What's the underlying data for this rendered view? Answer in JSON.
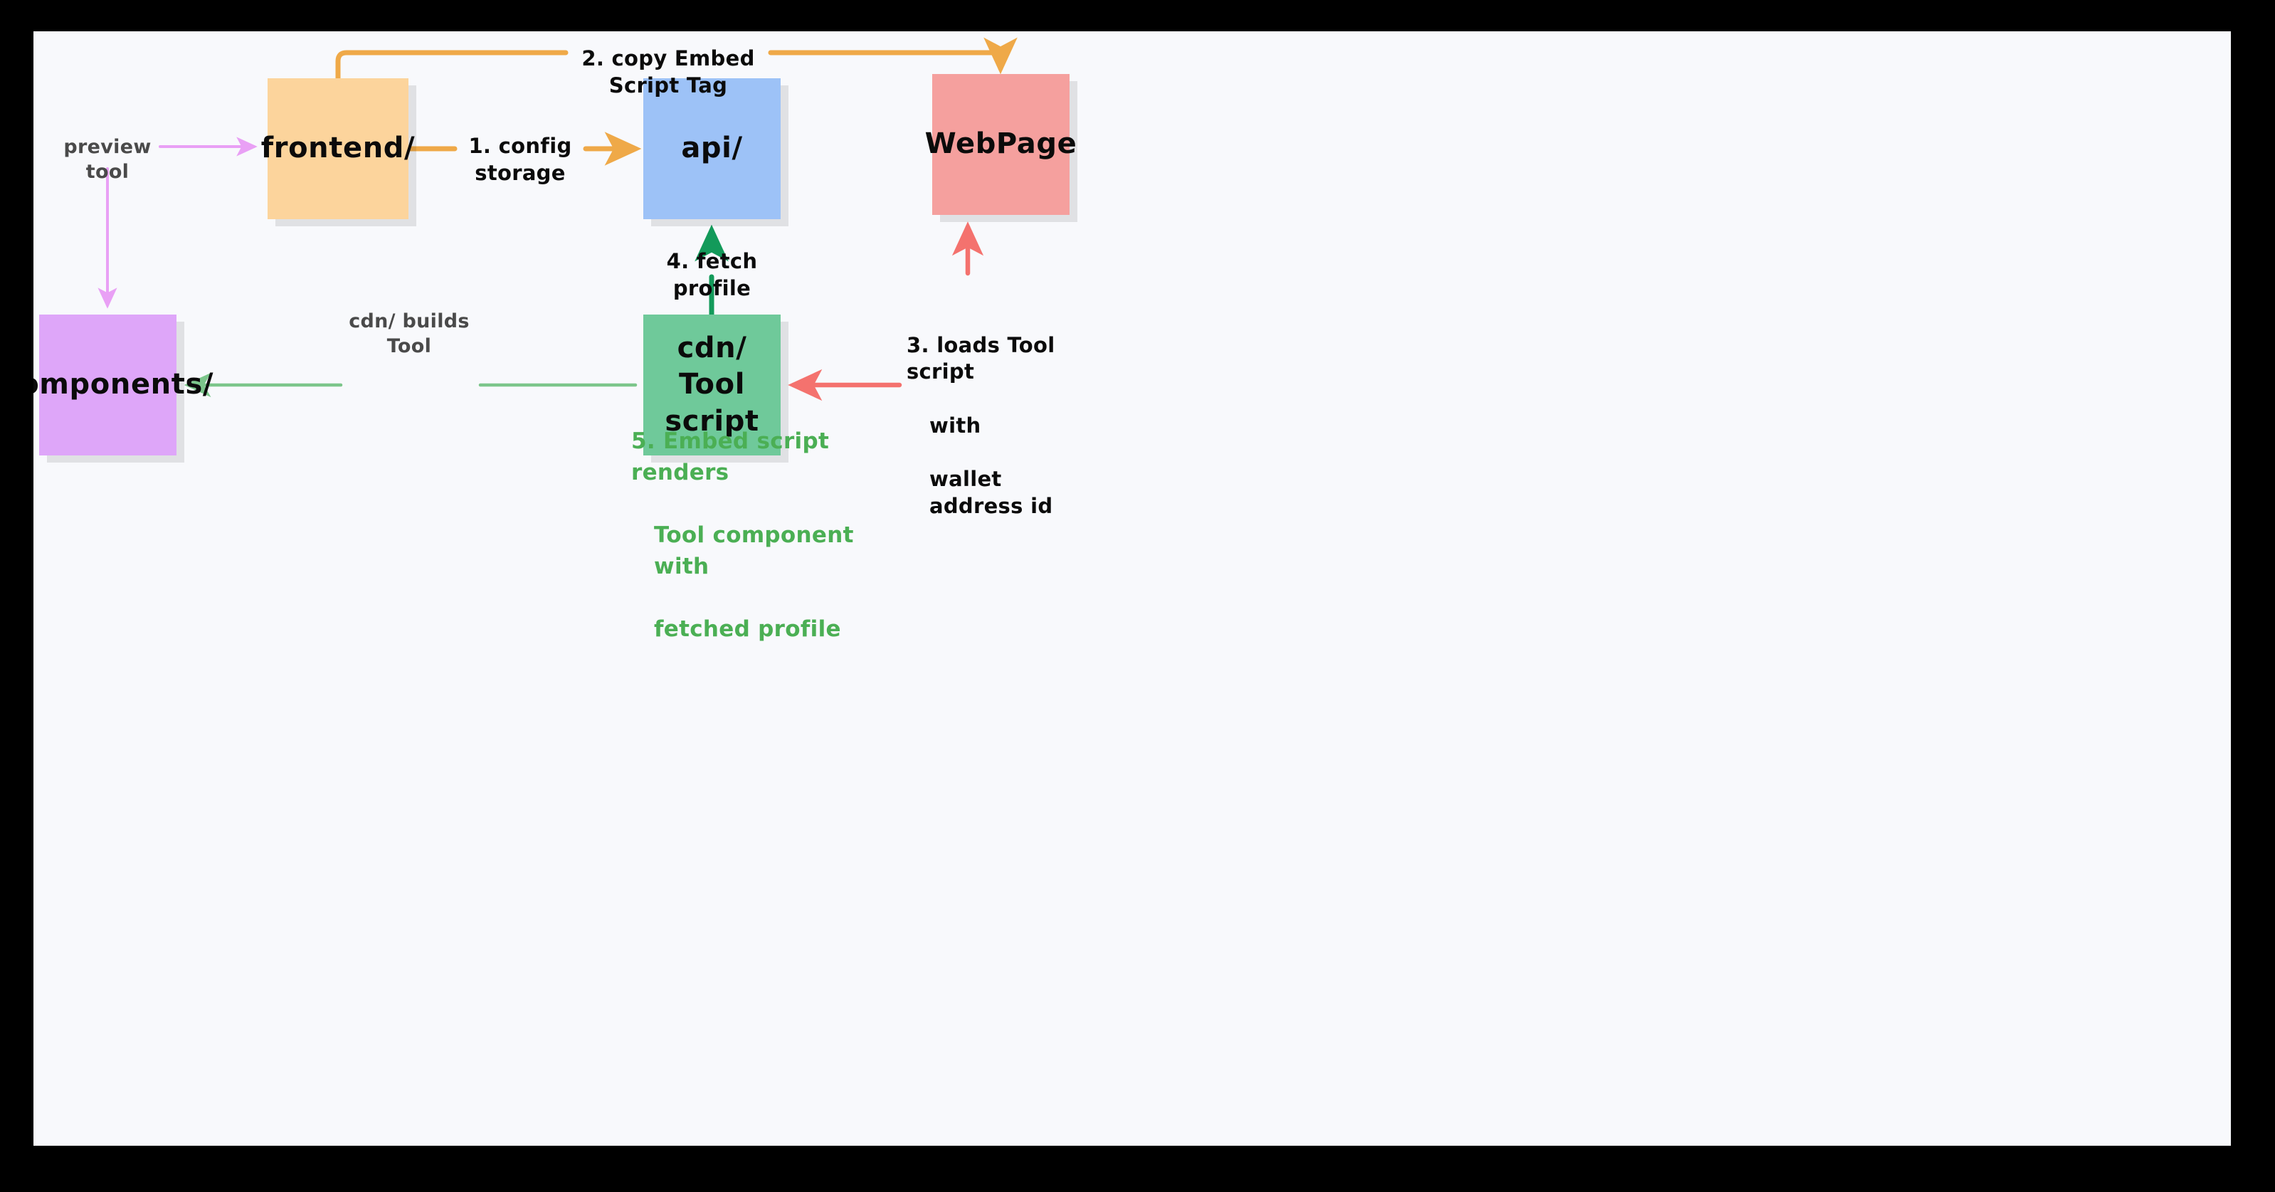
{
  "diagram": {
    "background": "#F8F9FC",
    "frame_color": "#000000",
    "nodes": [
      {
        "id": "frontend",
        "label": "frontend/",
        "color": "#FCD49C"
      },
      {
        "id": "api",
        "label": "api/",
        "color": "#9DC2F7"
      },
      {
        "id": "webpage",
        "label": "WebPage",
        "color": "#F5A09E"
      },
      {
        "id": "components",
        "label": "components/",
        "color": "#DEA6F9"
      },
      {
        "id": "cdn",
        "label": "cdn/\nTool script",
        "color": "#6FC99A"
      }
    ],
    "edges": [
      {
        "id": "copy-embed",
        "label": "2. copy Embed Script Tag",
        "from": "frontend",
        "to": "webpage",
        "color": "#EFA948"
      },
      {
        "id": "config",
        "label": "1. config storage",
        "from": "frontend",
        "to": "api",
        "color": "#EFA948"
      },
      {
        "id": "preview",
        "label": "preview tool",
        "from": "preview",
        "to": "frontend",
        "color": "#E9A0F5"
      },
      {
        "id": "fetch",
        "label": "4. fetch profile",
        "from": "cdn",
        "to": "api",
        "color": "#139A5A"
      },
      {
        "id": "builds",
        "label": "cdn/ builds Tool",
        "from": "cdn",
        "to": "components",
        "color": "#7CC68B"
      },
      {
        "id": "loads",
        "label": "3. loads Tool script\nwith\nwallet address id",
        "from": "webpage",
        "to": "cdn",
        "color": "#F4726E"
      }
    ],
    "annotations": [
      {
        "id": "embed-render",
        "label": "5. Embed script renders\nTool component with\nfetched profile",
        "color": "#4BAF54"
      }
    ],
    "labels": {
      "copy_embed": "2. copy Embed Script Tag",
      "config_storage": "1. config storage",
      "preview_tool": "preview tool",
      "fetch_profile": "4. fetch profile",
      "cdn_builds_tool": "cdn/ builds Tool",
      "loads_line1": "3. loads Tool script",
      "loads_line2": "with",
      "loads_line3": "wallet address id",
      "embed_line1": "5. Embed script renders",
      "embed_line2": "Tool component with",
      "embed_line3": "fetched profile"
    }
  }
}
